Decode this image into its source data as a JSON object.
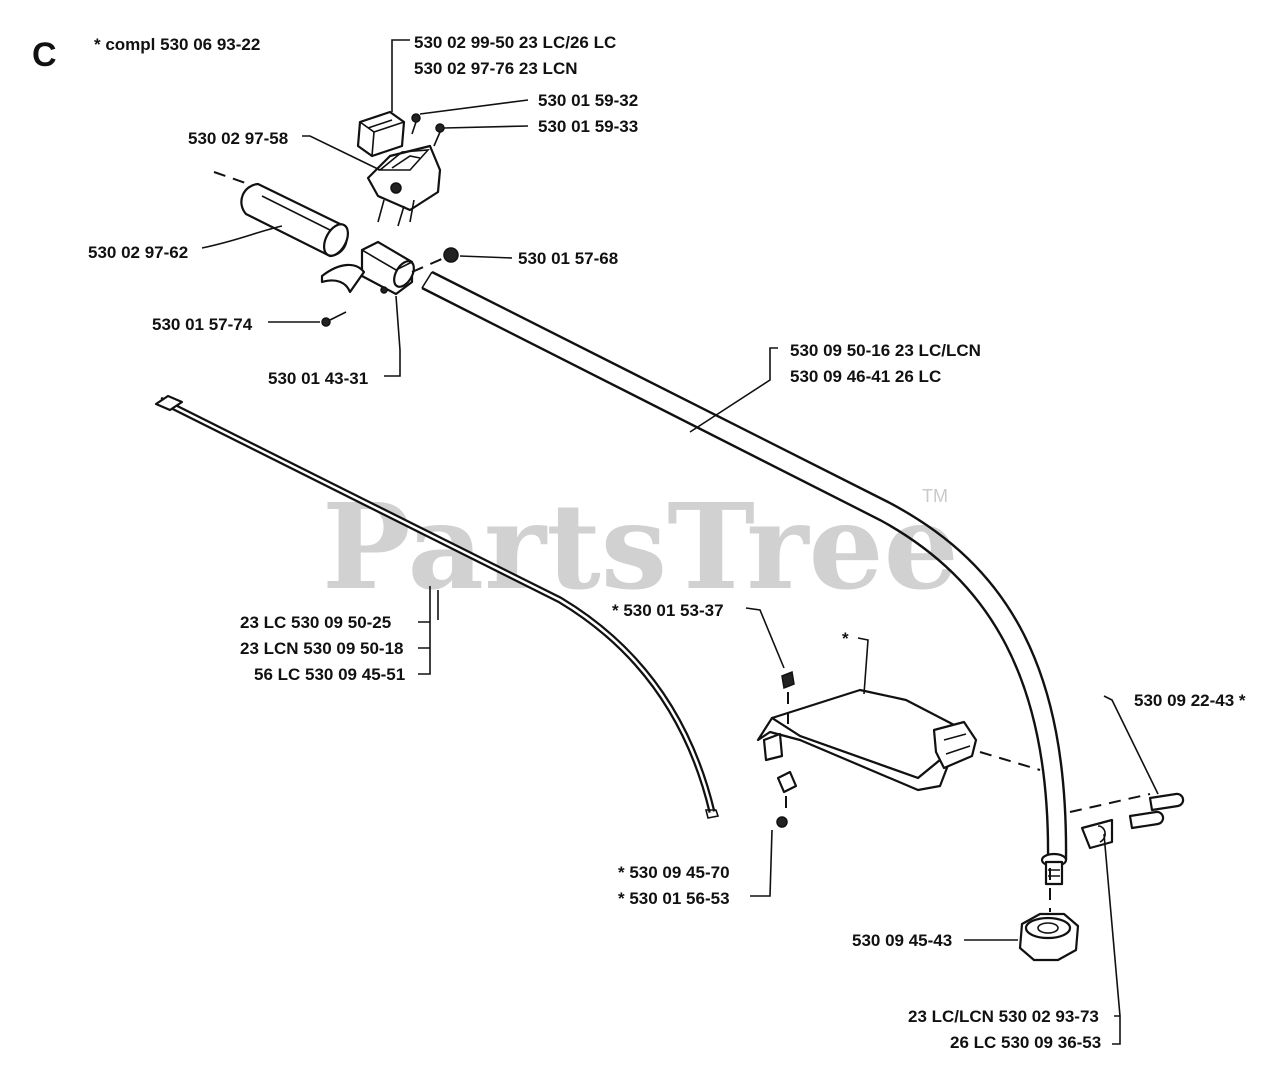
{
  "section_letter": "C",
  "watermark": {
    "brand": "PartsTree",
    "trademark": "TM"
  },
  "labels": {
    "compl": "*  compl 530 06 93-22",
    "top_block_1": "530 02 99-50 23 LC/26 LC",
    "top_block_2": "530 02 97-76 23 LCN",
    "screw_1": "530 01 59-32",
    "screw_2": "530 01 59-33",
    "housing": "530 02 97-58",
    "handle_grip": "530 02 97-62",
    "nut_small": "530 01 57-68",
    "screw_trigger": "530 01 57-74",
    "trigger_housing": "530 01 43-31",
    "tube_1": "530 09 50-16 23 LC/LCN",
    "tube_2": "530 09 46-41 26 LC",
    "shaft_1": "23 LC 530 09 50-25",
    "shaft_2": "23 LCN 530 09 50-18",
    "shaft_3": "56 LC 530 09 45-51",
    "guard_screw": "*  530 01 53-37",
    "guard_star": "*",
    "bolt_right": "530 09 22-43  *",
    "guard_nut_1": "*  530 09 45-70",
    "guard_nut_2": "*  530 01 56-53",
    "head_nut": "530 09 45-43",
    "clamp_1": "23 LC/LCN 530 02 93-73",
    "clamp_2": "26 LC 530 09 36-53"
  }
}
